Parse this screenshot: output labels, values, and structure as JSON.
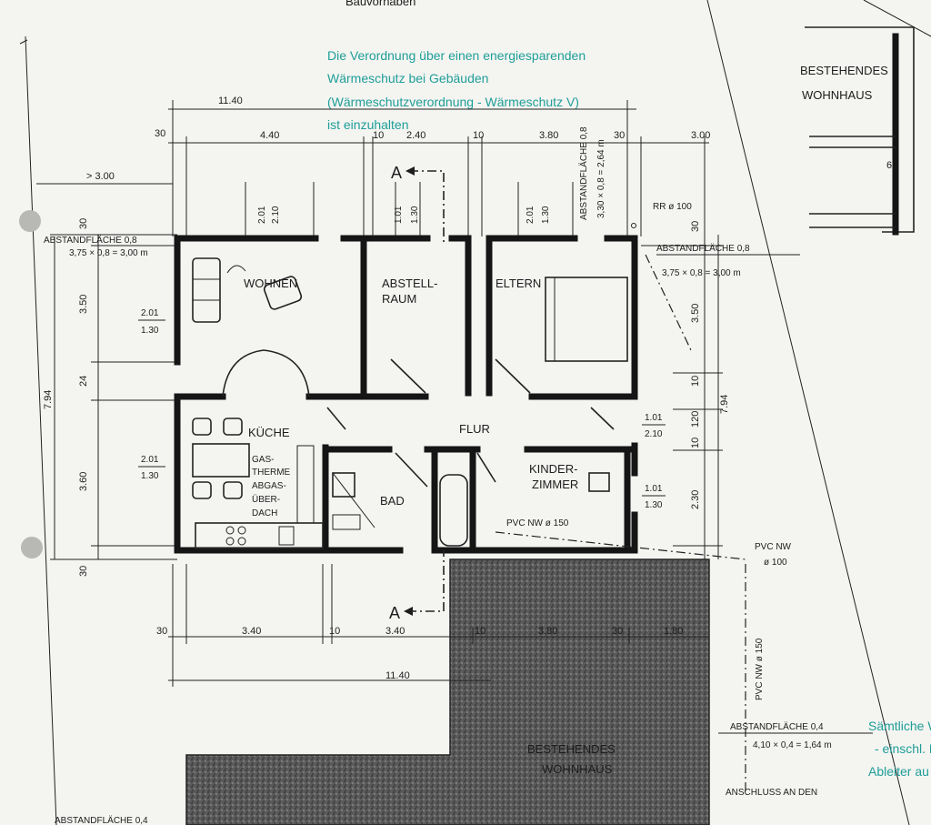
{
  "top_clipped": "Bauvorhaben",
  "note": {
    "line1": "Die Verordnung über einen energiesparenden",
    "line2": "Wärmeschutz bei Gebäuden",
    "line3": "(Wärmeschutzverordnung - Wärmeschutz V)",
    "line4": "ist einzuhalten"
  },
  "rooms": {
    "wohnen": "WOHNEN",
    "abstell_1": "ABSTELL-",
    "abstell_2": "RAUM",
    "eltern": "ELTERN",
    "flur": "FLUR",
    "kueche": "KÜCHE",
    "gas_1": "GAS-",
    "gas_2": "THERME",
    "gas_3": "ABGAS-",
    "gas_4": "ÜBER-",
    "gas_5": "DACH",
    "bad": "BAD",
    "kinder_1": "KINDER-",
    "kinder_2": "ZIMMER"
  },
  "neighbors": {
    "top_right_1": "BESTEHENDES",
    "top_right_2": "WOHNHAUS",
    "bottom_1": "BESTEHENDES",
    "bottom_2": "WOHNHAUS"
  },
  "section_marks": {
    "top": "A",
    "bottom": "A"
  },
  "dims_top": {
    "total": "11.40",
    "d30": "30",
    "d440": "4.40",
    "d10a": "10",
    "d240": "2.40",
    "d10b": "10",
    "d380": "3.80",
    "d30b": "30",
    "d300": "3.00",
    "gt300": "> 3.00"
  },
  "windows_top": {
    "w1a": "2.01",
    "w1b": "2.10",
    "w2a": "1.01",
    "w2b": "1.30",
    "w3a": "2.01",
    "w3b": "1.30"
  },
  "abstand_top_vertical_1": "ABSTANDFLÄCHE 0,8",
  "abstand_top_vertical_2": "3,30 × 0,8 = 2,64 m",
  "abstand_left_1": "ABSTANDFLÄCHE 0,8",
  "abstand_left_2": "3,75 × 0,8 = 3,00 m",
  "abstand_right_1": "ABSTANDFLÄCHE 0,8",
  "abstand_right_2": "3,75 × 0,8 = 3,00 m",
  "abstand_bottom_1": "ABSTANDFLÄCHE 0,4",
  "abstand_bottom_2": "4,10 × 0,4 = 1,64 m",
  "abstand_cut": "ABSTANDFLÄCHE 0,4",
  "rr": "RR ø 100",
  "dims_left": {
    "d30a": "30",
    "d350": "3.50",
    "d24": "24",
    "d360": "3.60",
    "d30b": "30",
    "total": "7.94"
  },
  "win_left": {
    "w1a": "2.01",
    "w1b": "1.30",
    "w2a": "2.01",
    "w2b": "1.30"
  },
  "dims_right": {
    "d30": "30",
    "d350": "3.50",
    "d10a": "10",
    "d120": "120",
    "d10b": "10",
    "d230": "2.30",
    "total": "7.94"
  },
  "win_right": {
    "w1a": "1.01",
    "w1b": "2.10",
    "w2a": "1.01",
    "w2b": "1.30"
  },
  "pvc_inside": "PVC NW ø 150",
  "pvc_right_1": "PVC NW",
  "pvc_right_2": "ø 100",
  "pvc_vertical": "PVC NW ø 150",
  "dims_bottom": {
    "d30a": "30",
    "d340a": "3.40",
    "d10a": "10",
    "d340b": "3.40",
    "d10b": "10",
    "d380": "3.80",
    "d30b": "30",
    "d180": "1.80",
    "total": "11.40"
  },
  "anschluss": "ANSCHLUSS AN DEN",
  "note_right_1": "Sämtliche W",
  "note_right_2": "- einschl. F",
  "note_right_3": "Ableiter au",
  "neighbor_right_num": "6"
}
